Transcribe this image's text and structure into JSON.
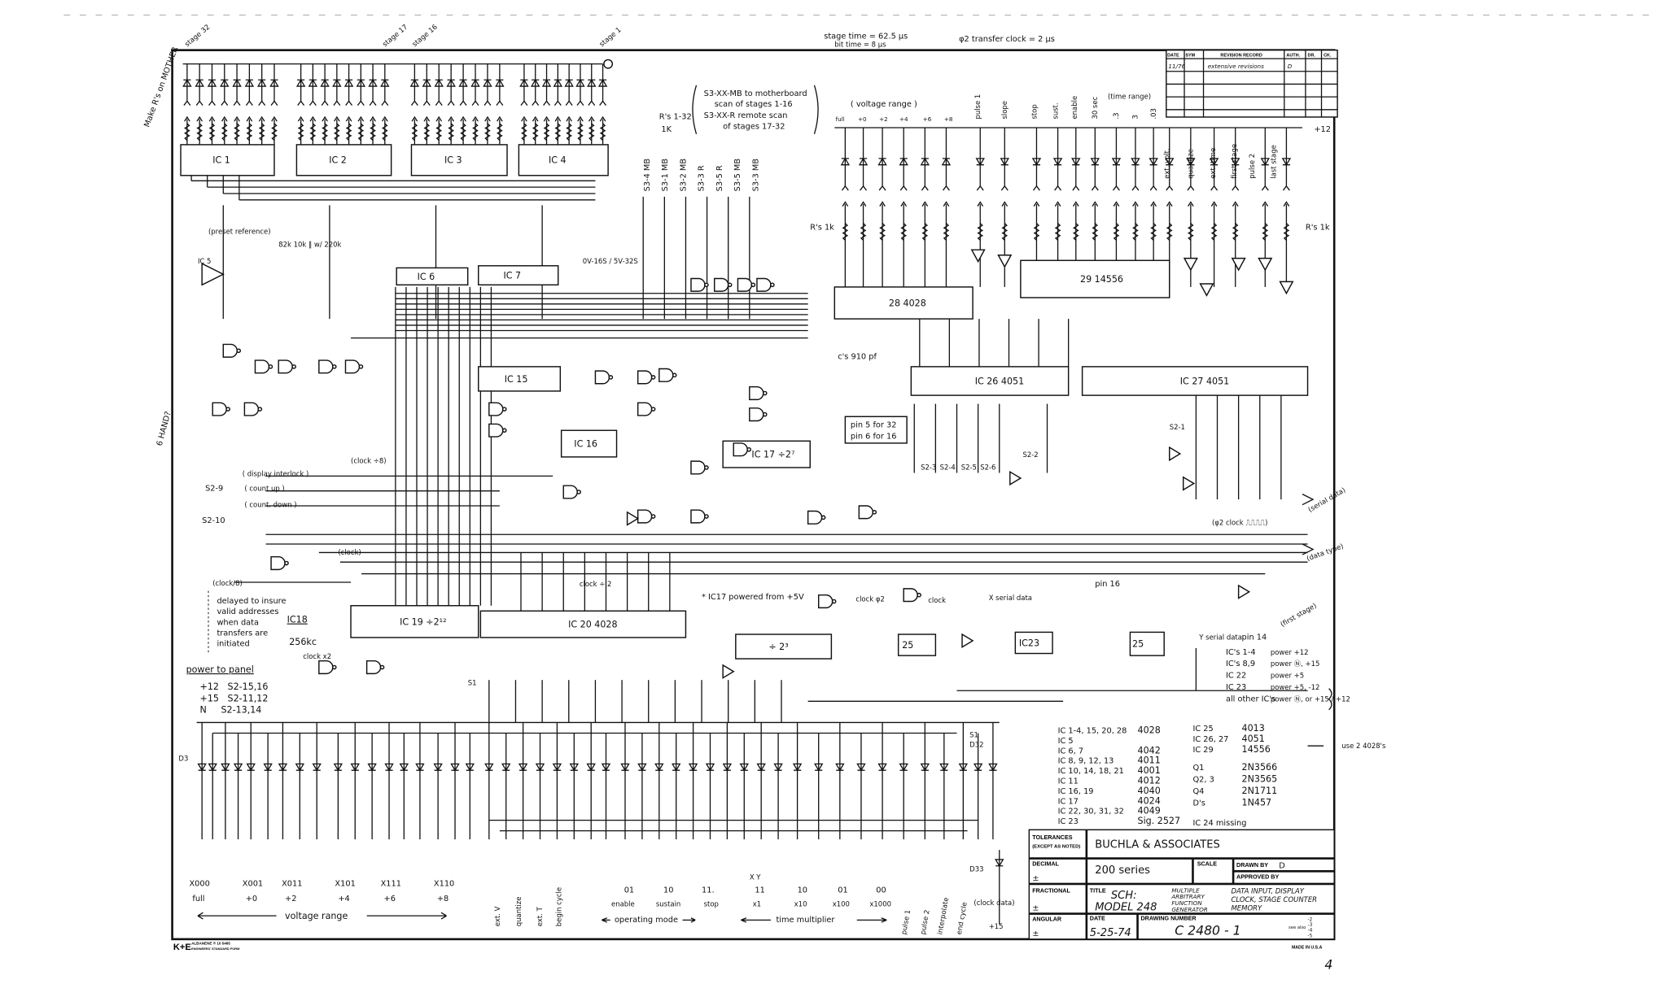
{
  "header_notes": {
    "stage_time": "stage time = 62.5 µs",
    "bit_time": "bit time = 8 µs",
    "transfer_clock": "φ2 transfer clock = 2 µs"
  },
  "stage_labels": [
    "stage 32",
    "stage 17",
    "stage 16",
    "stage 1"
  ],
  "side_notes": {
    "mother": "Make R's on MOTHER",
    "hand": "6 HAND?",
    "use_4028": "use 2 4028's",
    "r_1_32": "R's 1-32",
    "r_1k": "1K",
    "r_mid": "R's 1k",
    "r_right": "R's 1k",
    "caps": "c's 910 pf",
    "preset": "(preset reference)",
    "res_82k": "82k 10k ‖ w/ 220k",
    "range_note": "0V-16S / 5V-32S",
    "pin_note_1": "pin 5 for 32",
    "pin_note_2": "pin 6 for 16"
  },
  "scan_note": [
    "S3-XX-MB to motherboard",
    "scan of stages 1-16",
    "S3-XX-R remote scan",
    "of stages 17-32"
  ],
  "s3_labels": [
    "S3-4 MB",
    "S3-1 MB",
    "S3-2 MB",
    "S3-3 R",
    "S3-5 R",
    "S3-5 MB",
    "S3-3 MB"
  ],
  "voltage_range_top": {
    "title": "( voltage range )",
    "values": [
      "full",
      "+0",
      "+2",
      "+4",
      "+6",
      "+8"
    ]
  },
  "function_labels_top": [
    "pulse 1",
    "slope",
    "stop",
    "sust.",
    "enable",
    "30 sec",
    ".3",
    "3",
    ".03"
  ],
  "time_range_label": "(time range)",
  "function_labels_right": [
    "ext. volt.",
    "quantize",
    "ext. time",
    "first stage",
    "pulse 2",
    "last stage"
  ],
  "rail_label": "+12",
  "ic_labels": {
    "ic1": "IC 1",
    "ic2": "IC 2",
    "ic3": "IC 3",
    "ic4": "IC 4",
    "ic5": "IC 5",
    "ic6": "IC 6",
    "ic7": "IC 7",
    "ic15": "IC 15",
    "ic16": "IC 16",
    "ic17": "IC 17 ÷2⁷",
    "ic18": "IC18",
    "ic19": "IC 19  ÷2¹²",
    "ic20": "IC 20      4028",
    "ic23": "IC23",
    "ic25a": "25",
    "ic25b": "25",
    "ic26": "IC 26  4051",
    "ic27": "IC 27  4051",
    "ic28": "28   4028",
    "ic29": "29   14556",
    "div8": "÷ 2³"
  },
  "signals": {
    "display_interlock": "( display interlock )",
    "count_up": "( count  up )",
    "count_down": "( count. down )",
    "s2_9": "S2-9",
    "s2_10": "S2-10",
    "clock_div8": "(clock ÷8)",
    "clock_over8": "(clock/8)",
    "clock": "(clock)",
    "clock_div2": "clock ÷ 2",
    "ic17_power": "* IC17 powered from +5V",
    "clock_phi2": "clock φ2",
    "clock_b": "clock",
    "x_serial": "X serial data",
    "pin16": "pin 16",
    "y_serial": "Y serial data",
    "pin14": "pin 14",
    "first_stage": "(first stage)",
    "serial_data": "(serial data)",
    "phi2_clock": "(φ2 clock ⎍⎍⎍⎍)",
    "data_type": "(data type)",
    "s2_3": "S2-3",
    "s2_4": "S2-4",
    "s2_5": "S2-5",
    "s2_6": "S2-6",
    "s2_2": "S2-2",
    "s2_1": "S2-1",
    "s1": "S1",
    "s1b": "S1",
    "d3": "D3",
    "d32": "D32",
    "d33": "D33",
    "clock_data": "(clock data)",
    "plus15": "+15"
  },
  "left_notes": {
    "delayed": [
      "delayed to insure",
      "valid addresses",
      "when data",
      "transfers are",
      "initiated"
    ],
    "freq": "256kc",
    "clock_x2": "clock x2",
    "power_title": "power to panel",
    "power_rows": [
      "+12   S2-15,16",
      "+15   S2-11,12",
      "N     S2-13,14"
    ]
  },
  "power_notes": [
    {
      "ics": "IC's 1-4",
      "power": "power  +12"
    },
    {
      "ics": "IC's 8,9",
      "power": "power Ⓝ, +15"
    },
    {
      "ics": "IC 22",
      "power": "power  +5"
    },
    {
      "ics": "IC 23",
      "power": "power  +5, -12"
    },
    {
      "ics": "all other IC's",
      "power": "power Ⓝ, or +15 / +12"
    }
  ],
  "parts_list": [
    {
      "ref": "IC 1-4, 15, 20, 28",
      "part": "4028"
    },
    {
      "ref": "IC 5",
      "part": ""
    },
    {
      "ref": "IC 6, 7",
      "part": "4042"
    },
    {
      "ref": "IC 8, 9, 12, 13",
      "part": "4011"
    },
    {
      "ref": "IC 10, 14, 18, 21",
      "part": "4001"
    },
    {
      "ref": "IC 11",
      "part": "4012"
    },
    {
      "ref": "IC 16, 19",
      "part": "4040"
    },
    {
      "ref": "IC 17",
      "part": "4024"
    },
    {
      "ref": "IC 22, 30, 31, 32",
      "part": "4049"
    },
    {
      "ref": "IC 23",
      "part": "Sig. 2527"
    }
  ],
  "parts_list_2": [
    {
      "ref": "IC 25",
      "part": "4013"
    },
    {
      "ref": "IC 26, 27",
      "part": "4051"
    },
    {
      "ref": "IC 29",
      "part": "14556"
    },
    {
      "ref": "Q1",
      "part": "2N3566"
    },
    {
      "ref": "Q2, 3",
      "part": "2N3565"
    },
    {
      "ref": "Q4",
      "part": "2N1711"
    },
    {
      "ref": "D's",
      "part": "1N457"
    }
  ],
  "ic24_note": "IC 24 missing",
  "bottom_labels": {
    "voltage_codes": [
      "X000",
      "X001",
      "X011",
      "X101",
      "X111",
      "X110"
    ],
    "voltage_values": [
      "full",
      "+0",
      "+2",
      "+4",
      "+6",
      "+8"
    ],
    "voltage_title": "voltage  range",
    "ext_labels": [
      "ext. V",
      "quantize",
      "ext. T",
      "begin cycle"
    ],
    "mode_codes": [
      "01",
      "10",
      "11."
    ],
    "mode_values": [
      "enable",
      "sustain",
      "stop"
    ],
    "mode_title": "operating  mode",
    "xy": "X Y",
    "time_codes": [
      "11",
      "10",
      "01",
      "00"
    ],
    "time_values": [
      "x1",
      "x10",
      "x100",
      "x1000"
    ],
    "time_title": "time  multiplier",
    "pulse_labels": [
      "pulse 1",
      "pulse 2",
      "interpolate",
      "end cycle"
    ]
  },
  "revision_block": {
    "headers": [
      "DATE",
      "SYM",
      "REVISION RECORD",
      "AUTH.",
      "DR.",
      "CK."
    ],
    "rows": [
      {
        "date": "11/76",
        "sym": "",
        "record": "extensive revisions",
        "auth": "D",
        "dr": "",
        "ck": ""
      }
    ]
  },
  "title_block": {
    "tolerances": "TOLERANCES",
    "except": "(EXCEPT AS NOTED)",
    "company": "BUCHLA & ASSOCIATES",
    "decimal": "DECIMAL",
    "pm": "±",
    "series": "200 series",
    "scale": "SCALE",
    "drawn_by_label": "DRAWN BY",
    "drawn_by": "D",
    "approved_by": "APPROVED BY",
    "fractional": "FRACTIONAL",
    "title_label": "TITLE",
    "title_1": "SCH:",
    "title_2": "MODEL 248",
    "subtitle": [
      "MULTIPLE",
      "ARBITRARY",
      "FUNCTION",
      "GENERATOR"
    ],
    "description": [
      "DATA INPUT, DISPLAY",
      "CLOCK, STAGE COUNTER",
      "MEMORY"
    ],
    "angular": "ANGULAR",
    "date_label": "DATE",
    "date": "5-25-74",
    "drawing_number_label": "DRAWING NUMBER",
    "drawing_number": "C 2480 - 1",
    "see_also": "see also",
    "sheets": [
      "-2",
      "-3",
      "-4",
      "-5"
    ],
    "made_in": "MADE IN U.S.A",
    "page": "4"
  },
  "paper_brand": {
    "logo": "K+E",
    "line1": "ALBANENE ® 10 5465",
    "line2": "ENGINEERS' STANDARD FORM"
  }
}
